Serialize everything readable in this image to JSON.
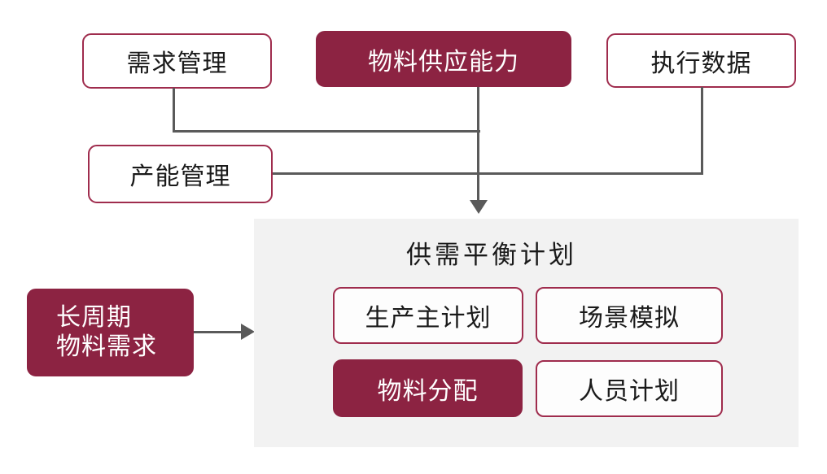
{
  "diagram": {
    "top_row": [
      {
        "label": "需求管理",
        "variant": "outline"
      },
      {
        "label": "物料供应能力",
        "variant": "filled"
      },
      {
        "label": "执行数据",
        "variant": "outline"
      }
    ],
    "capacity": {
      "label": "产能管理",
      "variant": "outline"
    },
    "long_lead": {
      "line1": "长周期",
      "line2": "物料需求",
      "variant": "filled"
    },
    "panel": {
      "title": "供需平衡计划",
      "cells": [
        {
          "label": "生产主计划",
          "variant": "outline"
        },
        {
          "label": "场景模拟",
          "variant": "outline"
        },
        {
          "label": "物料分配",
          "variant": "filled"
        },
        {
          "label": "人员计划",
          "variant": "outline"
        }
      ]
    }
  },
  "colors": {
    "accent_fill": "#8c2342",
    "accent_border": "#9f2c4d",
    "connector": "#5a5a5a",
    "panel_bg": "#f2f2f2",
    "text_dark": "#1a1a1a",
    "text_light": "#ffffff"
  }
}
